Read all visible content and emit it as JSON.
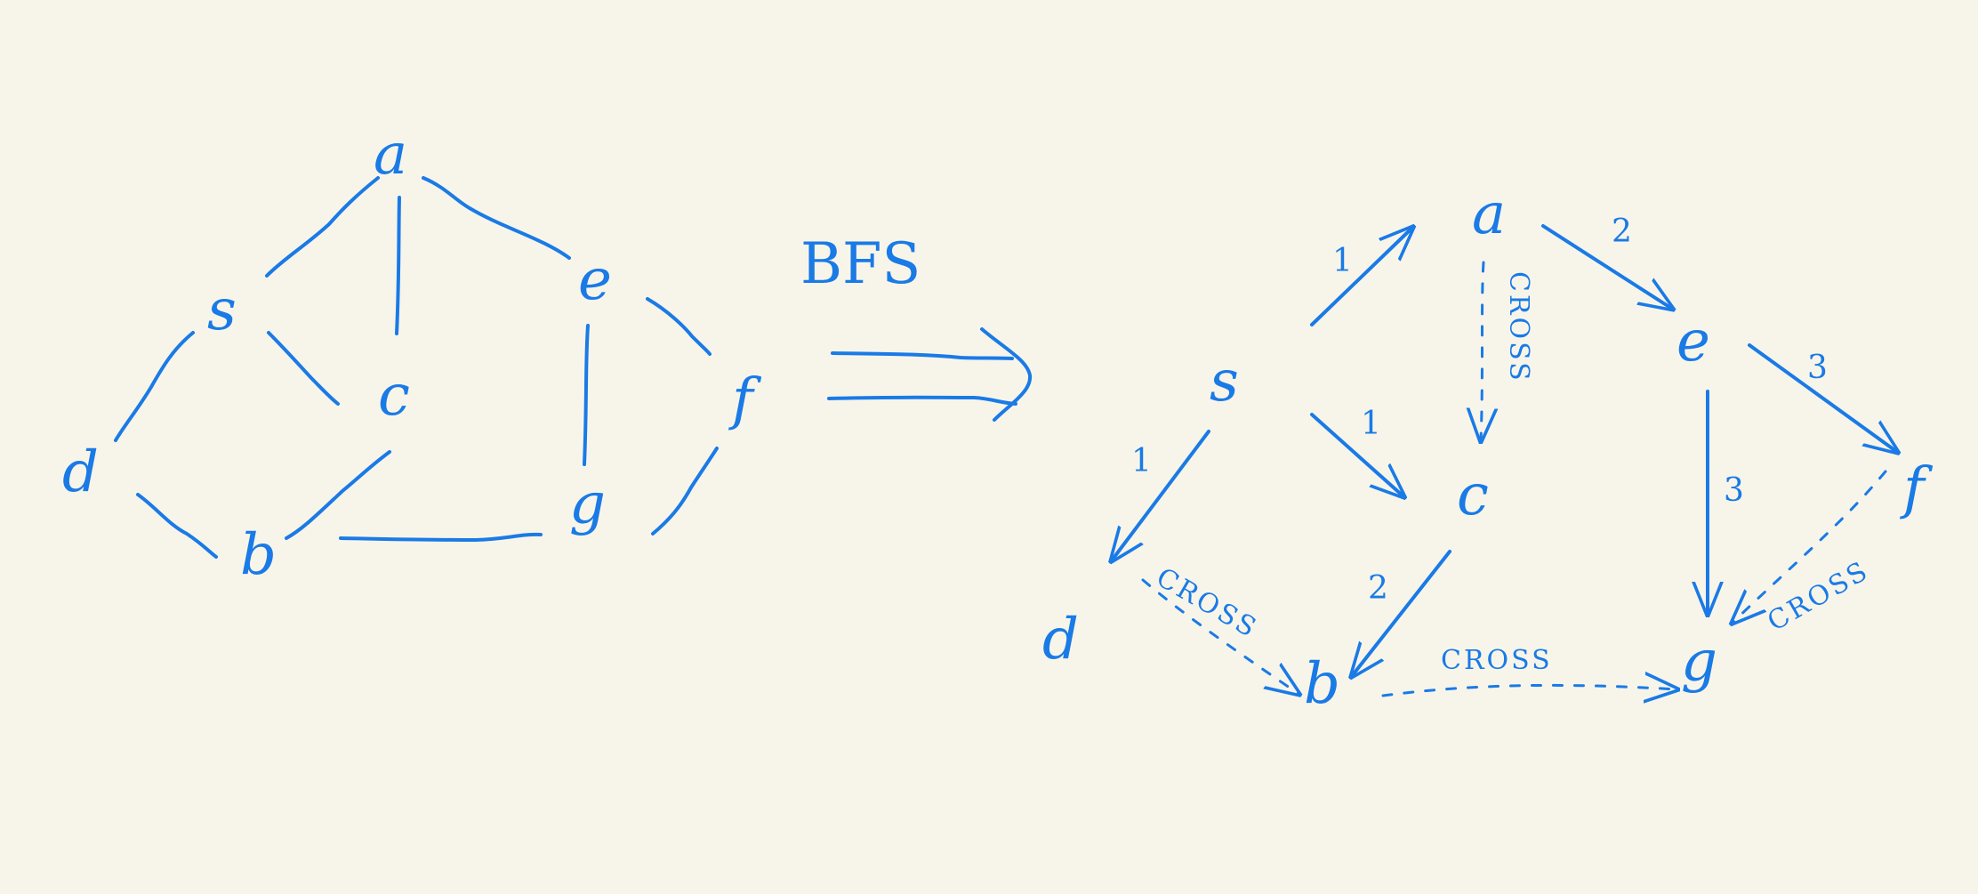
{
  "diagram": {
    "title": "BFS",
    "colors": {
      "ink": "#1a7ae6",
      "background": "#f7f5ea"
    },
    "original_graph": {
      "nodes": [
        "a",
        "s",
        "c",
        "e",
        "d",
        "b",
        "g",
        "f"
      ]
    },
    "bfs_tree": {
      "nodes": [
        "a",
        "s",
        "e",
        "c",
        "f",
        "d",
        "b",
        "g"
      ],
      "tree_edge_labels": {
        "s_a": "1",
        "s_c": "1",
        "s_d": "1",
        "a_e": "2",
        "c_b": "2",
        "e_f": "3",
        "e_g": "3"
      },
      "cross_edge_labels": {
        "c_a": "CROSS",
        "d_b": "CROSS",
        "b_g": "CROSS",
        "f_g": "CROSS"
      }
    }
  }
}
